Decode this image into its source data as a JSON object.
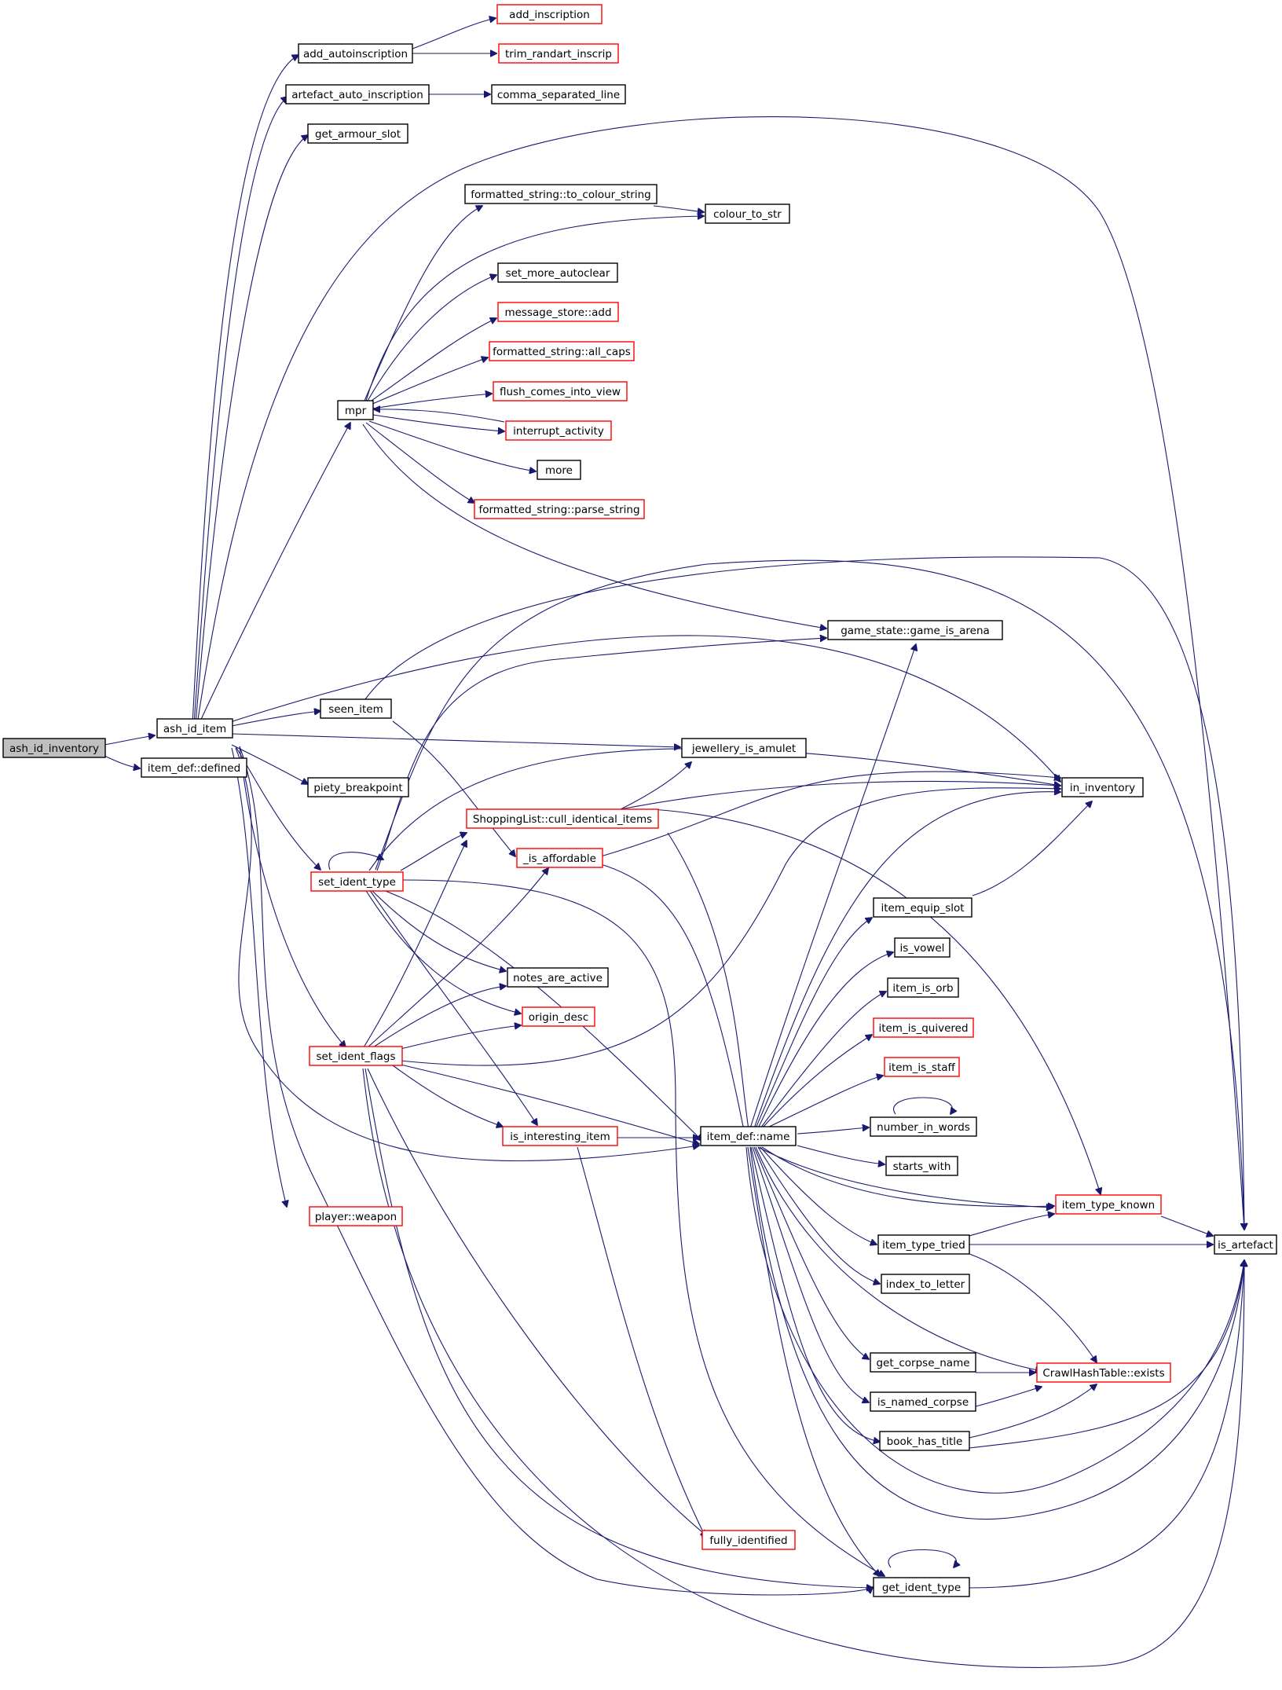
{
  "graph": {
    "colors": {
      "edge": "#191970",
      "root_fill": "#bfbfbf",
      "normal_border": "#000000",
      "truncated_border": "#ff0000",
      "background": "#ffffff"
    },
    "nodes": [
      {
        "id": "ash_id_inventory",
        "label": "ash_id_inventory",
        "border": "root"
      },
      {
        "id": "ash_id_item",
        "label": "ash_id_item",
        "border": "black"
      },
      {
        "id": "item_def_defined",
        "label": "item_def::defined",
        "border": "black"
      },
      {
        "id": "add_autoinscription",
        "label": "add_autoinscription",
        "border": "black"
      },
      {
        "id": "add_inscription",
        "label": "add_inscription",
        "border": "red"
      },
      {
        "id": "trim_randart_inscrip",
        "label": "trim_randart_inscrip",
        "border": "red"
      },
      {
        "id": "artefact_auto_inscription",
        "label": "artefact_auto_inscription",
        "border": "black"
      },
      {
        "id": "comma_separated_line",
        "label": "comma_separated_line",
        "border": "black"
      },
      {
        "id": "get_armour_slot",
        "label": "get_armour_slot",
        "border": "black"
      },
      {
        "id": "to_colour_string",
        "label": "formatted_string::to_colour_string",
        "border": "black"
      },
      {
        "id": "colour_to_str",
        "label": "colour_to_str",
        "border": "black"
      },
      {
        "id": "set_more_autoclear",
        "label": "set_more_autoclear",
        "border": "black"
      },
      {
        "id": "message_store_add",
        "label": "message_store::add",
        "border": "red"
      },
      {
        "id": "all_caps",
        "label": "formatted_string::all_caps",
        "border": "red"
      },
      {
        "id": "flush_comes_into_view",
        "label": "flush_comes_into_view",
        "border": "red"
      },
      {
        "id": "interrupt_activity",
        "label": "interrupt_activity",
        "border": "red"
      },
      {
        "id": "more",
        "label": "more",
        "border": "black"
      },
      {
        "id": "parse_string",
        "label": "formatted_string::parse_string",
        "border": "red"
      },
      {
        "id": "mpr",
        "label": "mpr",
        "border": "black"
      },
      {
        "id": "game_is_arena",
        "label": "game_state::game_is_arena",
        "border": "black"
      },
      {
        "id": "seen_item",
        "label": "seen_item",
        "border": "black"
      },
      {
        "id": "jewellery_is_amulet",
        "label": "jewellery_is_amulet",
        "border": "black"
      },
      {
        "id": "piety_breakpoint",
        "label": "piety_breakpoint",
        "border": "black"
      },
      {
        "id": "in_inventory",
        "label": "in_inventory",
        "border": "black"
      },
      {
        "id": "cull_identical_items",
        "label": "ShoppingList::cull_identical_items",
        "border": "red"
      },
      {
        "id": "is_affordable",
        "label": "_is_affordable",
        "border": "red"
      },
      {
        "id": "set_ident_type",
        "label": "set_ident_type",
        "border": "red"
      },
      {
        "id": "item_equip_slot",
        "label": "item_equip_slot",
        "border": "black"
      },
      {
        "id": "is_vowel",
        "label": "is_vowel",
        "border": "black"
      },
      {
        "id": "notes_are_active",
        "label": "notes_are_active",
        "border": "black"
      },
      {
        "id": "item_is_orb",
        "label": "item_is_orb",
        "border": "black"
      },
      {
        "id": "origin_desc",
        "label": "origin_desc",
        "border": "red"
      },
      {
        "id": "item_is_quivered",
        "label": "item_is_quivered",
        "border": "red"
      },
      {
        "id": "set_ident_flags",
        "label": "set_ident_flags",
        "border": "red"
      },
      {
        "id": "item_is_staff",
        "label": "item_is_staff",
        "border": "red"
      },
      {
        "id": "number_in_words",
        "label": "number_in_words",
        "border": "black"
      },
      {
        "id": "is_interesting_item",
        "label": "is_interesting_item",
        "border": "red"
      },
      {
        "id": "item_def_name",
        "label": "item_def::name",
        "border": "black"
      },
      {
        "id": "starts_with",
        "label": "starts_with",
        "border": "black"
      },
      {
        "id": "item_type_known",
        "label": "item_type_known",
        "border": "red"
      },
      {
        "id": "player_weapon",
        "label": "player::weapon",
        "border": "red"
      },
      {
        "id": "item_type_tried",
        "label": "item_type_tried",
        "border": "black"
      },
      {
        "id": "is_artefact",
        "label": "is_artefact",
        "border": "black"
      },
      {
        "id": "index_to_letter",
        "label": "index_to_letter",
        "border": "black"
      },
      {
        "id": "get_corpse_name",
        "label": "get_corpse_name",
        "border": "black"
      },
      {
        "id": "crawlhashtable_exists",
        "label": "CrawlHashTable::exists",
        "border": "red"
      },
      {
        "id": "is_named_corpse",
        "label": "is_named_corpse",
        "border": "black"
      },
      {
        "id": "book_has_title",
        "label": "book_has_title",
        "border": "black"
      },
      {
        "id": "fully_identified",
        "label": "fully_identified",
        "border": "red"
      },
      {
        "id": "get_ident_type",
        "label": "get_ident_type",
        "border": "black"
      }
    ]
  }
}
